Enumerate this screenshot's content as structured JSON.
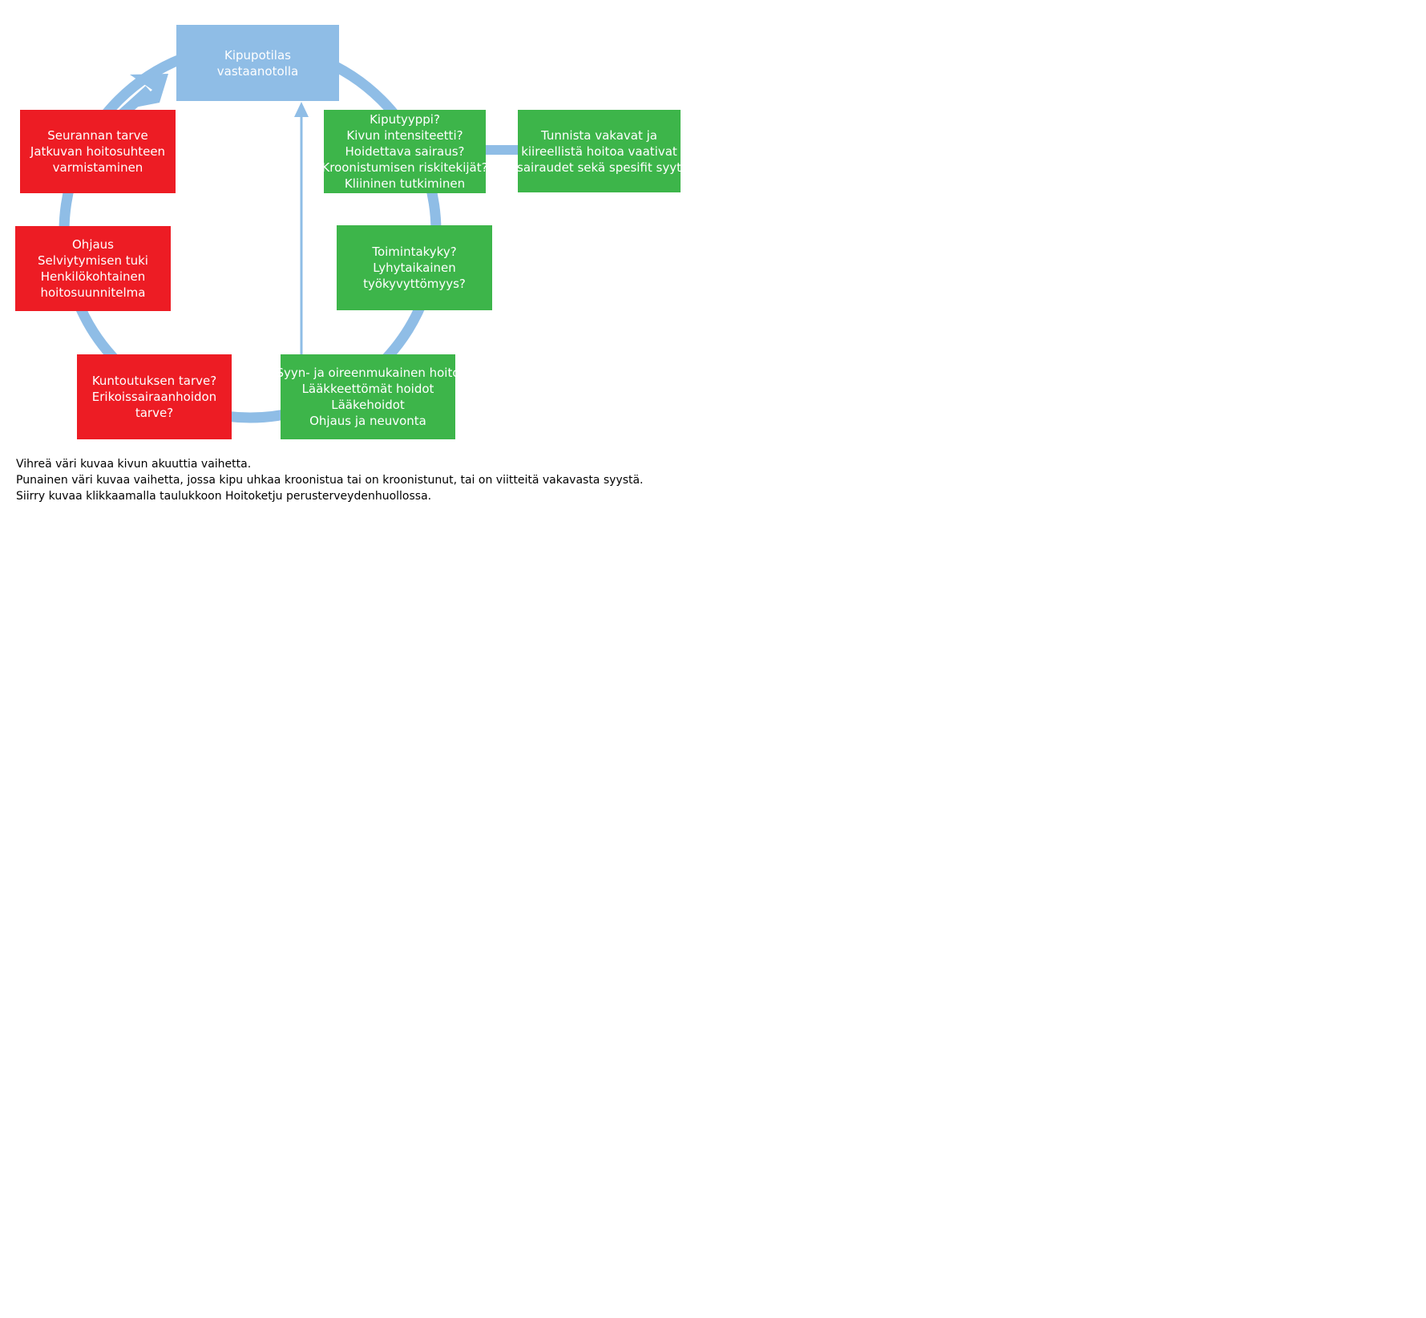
{
  "colors": {
    "arrow": "#8fbde6",
    "node_start": "#8fbde6",
    "acute_phase": "#3db54a",
    "chronic_phase": "#ed1c24",
    "legend_text": "#000000"
  },
  "nodes": {
    "start": [
      "Kipupotilas",
      "vastaanotolla"
    ],
    "assessment": [
      "Kiputyyppi?",
      "Kivun intensiteetti?",
      "Hoidettava sairaus?",
      "Kroonistumisen riskitekijät?",
      "Kliininen tutkiminen"
    ],
    "urgent": [
      "Tunnista vakavat ja",
      "kiireellistä hoitoa vaativat",
      "sairaudet sekä spesifit syyt"
    ],
    "function": [
      "Toimintakyky?",
      "Lyhytaikainen",
      "työkyvyttömyys?"
    ],
    "treatment": [
      "Syyn- ja oireenmukainen hoito",
      "Lääkkeettömät hoidot",
      "Lääkehoidot",
      "Ohjaus ja neuvonta"
    ],
    "rehab": [
      "Kuntoutuksen tarve?",
      "Erikoissairaanhoidon",
      "tarve?"
    ],
    "guidance": [
      "Ohjaus",
      "Selviytymisen tuki",
      "Henkilökohtainen",
      "hoitosuunnitelma"
    ],
    "followup": [
      "Seurannan tarve",
      "Jatkuvan hoitosuhteen",
      "varmistaminen"
    ]
  },
  "legend": {
    "line1": "Vihreä väri kuvaa kivun akuuttia vaihetta.",
    "line2": "Punainen väri kuvaa vaihetta, jossa kipu uhkaa kroonistua tai on kroonistunut, tai on viitteitä vakavasta syystä.",
    "line3": "Siirry kuvaa klikkaamalla taulukkoon Hoitoketju perusterveydenhuollossa."
  }
}
